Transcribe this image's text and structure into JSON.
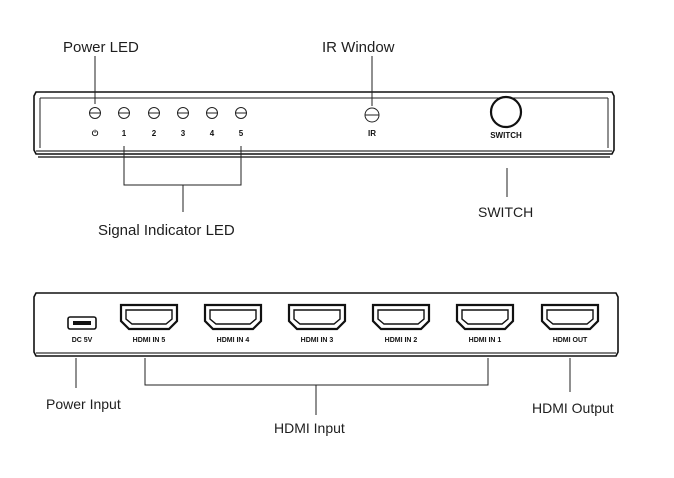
{
  "front_panel": {
    "callouts": {
      "power_led": "Power LED",
      "ir_window": "IR Window",
      "signal_indicator_led": "Signal Indicator LED",
      "switch": "SWITCH"
    },
    "led_labels": [
      "⏻",
      "1",
      "2",
      "3",
      "4",
      "5"
    ],
    "ir_label": "IR",
    "switch_label": "SWITCH"
  },
  "back_panel": {
    "ports": {
      "dc": "DC 5V",
      "hdmi_in_5": "HDMI IN 5",
      "hdmi_in_4": "HDMI IN 4",
      "hdmi_in_3": "HDMI IN 3",
      "hdmi_in_2": "HDMI IN 2",
      "hdmi_in_1": "HDMI IN 1",
      "hdmi_out": "HDMI OUT"
    },
    "callouts": {
      "power_input": "Power Input",
      "hdmi_input": "HDMI Input",
      "hdmi_output": "HDMI Output"
    }
  }
}
